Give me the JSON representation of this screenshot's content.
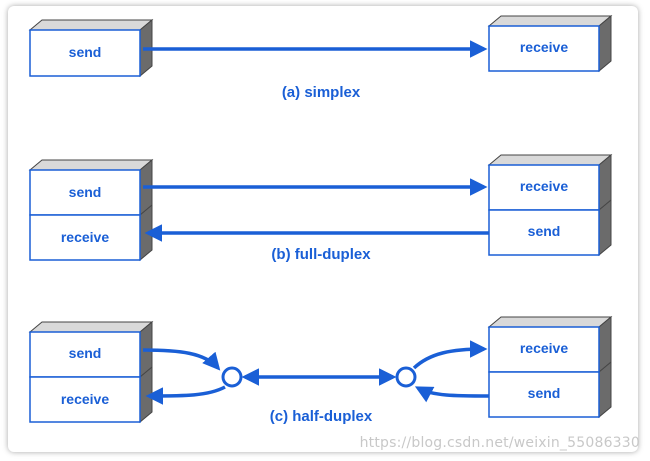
{
  "diagram": {
    "simplex": {
      "send": "send",
      "receive": "receive",
      "caption": "(a)  simplex"
    },
    "full_duplex": {
      "left_top": "send",
      "left_bottom": "receive",
      "right_top": "receive",
      "right_bottom": "send",
      "caption": "(b)  full-duplex"
    },
    "half_duplex": {
      "left_top": "send",
      "left_bottom": "receive",
      "right_top": "receive",
      "right_bottom": "send",
      "caption": "(c)  half-duplex"
    }
  },
  "watermark": "https://blog.csdn.net/weixin_55086330",
  "colors": {
    "accent": "#1a5fd6",
    "box_side": "#6b6b6b",
    "box_top": "#d9d9d9"
  }
}
